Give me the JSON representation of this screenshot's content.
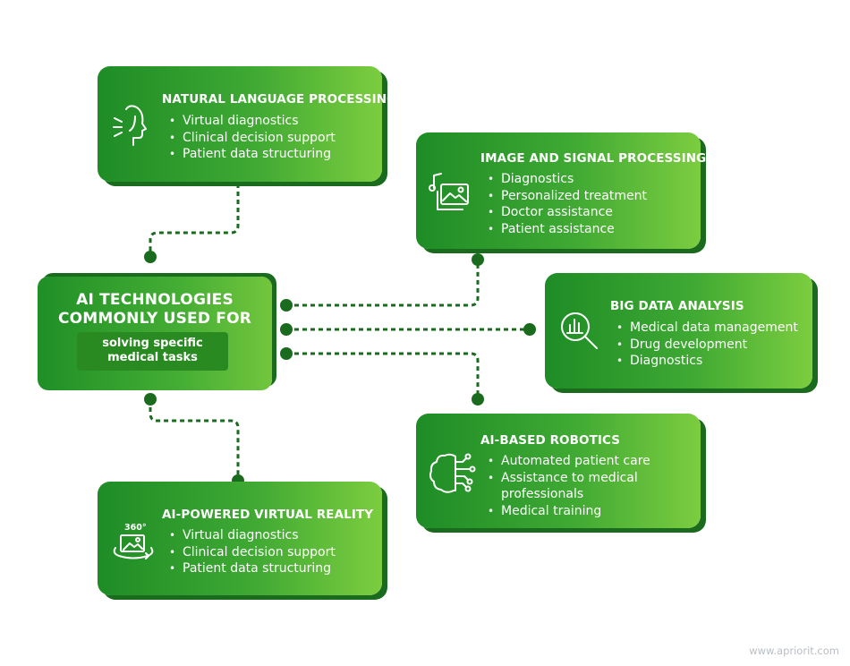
{
  "hub": {
    "title_line1": "AI TECHNOLOGIES",
    "title_line2": "COMMONLY USED FOR",
    "subtitle_line1": "solving specific",
    "subtitle_line2": "medical tasks"
  },
  "cards": {
    "nlp": {
      "icon": "speaking-head-icon",
      "title": "NATURAL LANGUAGE PROCESSING",
      "items": [
        "Virtual diagnostics",
        "Clinical decision support",
        "Patient data structuring"
      ]
    },
    "image": {
      "icon": "image-sound-icon",
      "title": "IMAGE AND SIGNAL PROCESSING",
      "items": [
        "Diagnostics",
        "Personalized treatment",
        "Doctor assistance",
        "Patient assistance"
      ]
    },
    "bigdata": {
      "icon": "magnifier-chart-icon",
      "title": "BIG DATA ANALYSIS",
      "items": [
        "Medical data management",
        "Drug development",
        "Diagnostics"
      ]
    },
    "robotics": {
      "icon": "circuit-brain-icon",
      "title": "AI-BASED ROBOTICS",
      "items": [
        "Automated patient care",
        "Assistance to medical professionals",
        "Medical training"
      ]
    },
    "vr": {
      "icon": "vr-360-icon",
      "icon_label": "360°",
      "title": "AI-POWERED VIRTUAL REALITY",
      "items": [
        "Virtual diagnostics",
        "Clinical decision support",
        "Patient data structuring"
      ]
    }
  },
  "watermark": "www.apriorit.com",
  "colors": {
    "green_dark": "#1e8c26",
    "green_light": "#7ccd3f",
    "shadow": "#1b6b1f",
    "connector": "#1b6b1f"
  }
}
